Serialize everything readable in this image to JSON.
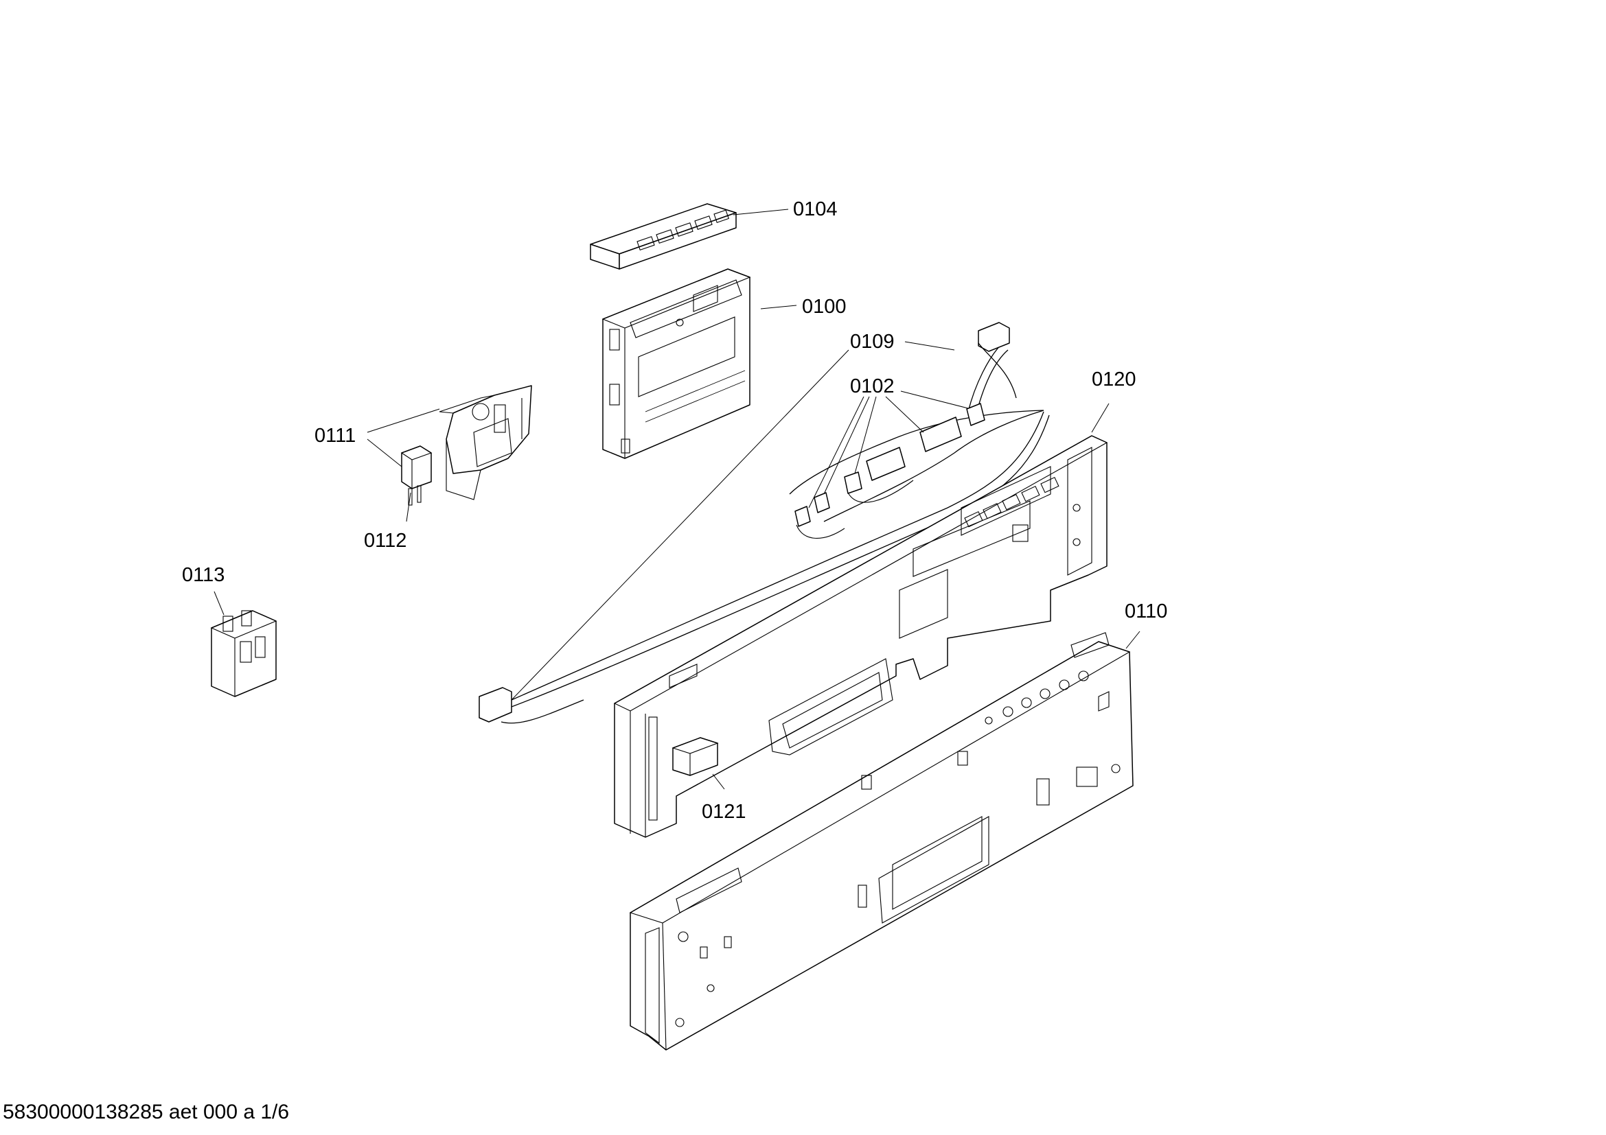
{
  "labels": {
    "p0104": "0104",
    "p0100": "0100",
    "p0109": "0109",
    "p0102": "0102",
    "p0120": "0120",
    "p0111": "0111",
    "p0112": "0112",
    "p0113": "0113",
    "p0110": "0110",
    "p0121": "0121"
  },
  "footer": {
    "reference": "58300000138285 aet 000 a 1/6"
  }
}
